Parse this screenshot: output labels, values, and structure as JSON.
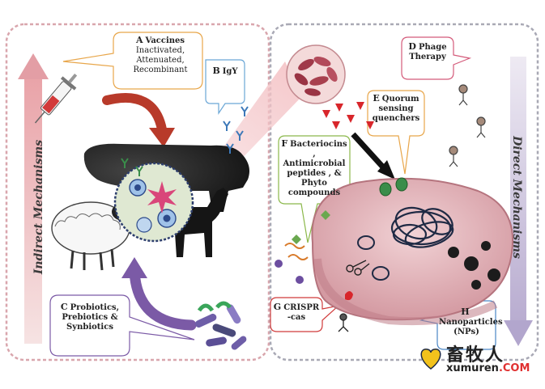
{
  "side_titles": {
    "left": "Indirect Mechanisms",
    "right": "Direct Mechanisms"
  },
  "labels": {
    "A": {
      "letter": "A",
      "title": "Vaccines",
      "lines": [
        "Inactivated,",
        "Attenuated,",
        "Recombinant"
      ]
    },
    "B": {
      "letter": "B",
      "title": "IgY"
    },
    "C": {
      "letter": "C",
      "title": "Probiotics,",
      "lines": [
        "Prebiotics &",
        "Synbiotics"
      ]
    },
    "D": {
      "letter": "D",
      "title": "Phage",
      "lines": [
        "Therapy"
      ]
    },
    "E": {
      "letter": "E",
      "title": "Quorum",
      "lines": [
        "sensing",
        "quenchers"
      ]
    },
    "F": {
      "letter": "F",
      "title": "Bacteriocins ,",
      "lines": [
        "Antimicrobial",
        "peptides , &",
        "Phyto",
        "compounds"
      ]
    },
    "G": {
      "letter": "G",
      "title": "CRISPR",
      "lines": [
        "-cas"
      ]
    },
    "H": {
      "letter": "H",
      "title": "",
      "lines": [
        "Nanoparticles",
        "(NPs)"
      ]
    }
  },
  "watermark": {
    "cn": "畜牧人",
    "domain": "xumuren",
    "tld": ".COM"
  },
  "colors": {
    "left_panel_border": "#d9a6ad",
    "right_panel_border": "#a9a9b5",
    "arrow_red": "#c0392b",
    "arrow_purple": "#7b5aa6",
    "cell_pink": "#d8a0a8"
  }
}
